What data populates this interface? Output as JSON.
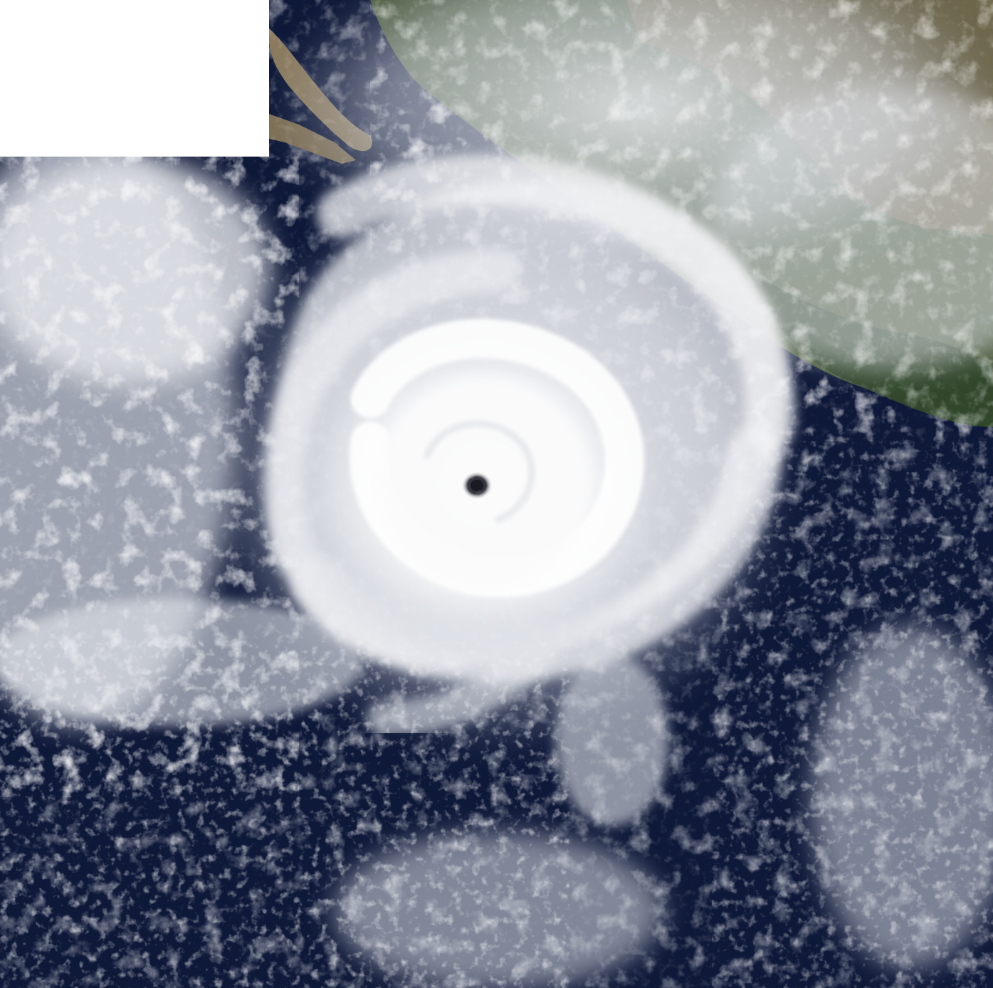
{
  "image": {
    "kind": "satellite-photo",
    "subject": "hurricane",
    "features": [
      "ocean",
      "land",
      "cloud-bands",
      "hurricane-eye",
      "white-corner-area"
    ],
    "colors": {
      "ocean_deep": "#0b1533",
      "ocean_mid": "#1c2a52",
      "cloud_white": "#f4f5f7",
      "cloud_gray": "#c9cdd6",
      "land_tan": "#8a7a5e",
      "land_green": "#35482f",
      "eye": "#1a1a22",
      "blank_corner": "#ffffff"
    }
  }
}
